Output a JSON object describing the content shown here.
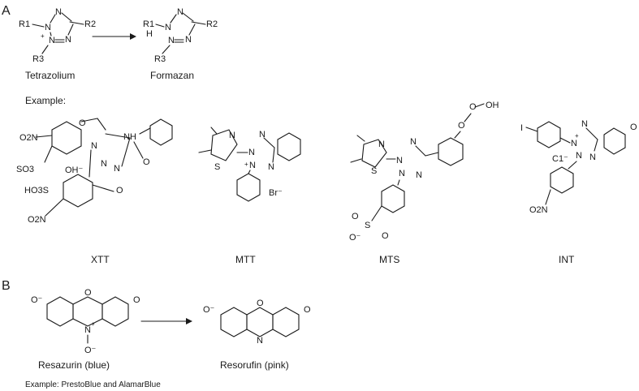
{
  "panels": {
    "a": "A",
    "b": "B"
  },
  "tetrazolium_label": "Tetrazolium",
  "formazan_label": "Formazan",
  "example_label": "Example:",
  "compounds": [
    "XTT",
    "MTT",
    "MTS",
    "INT"
  ],
  "resazurin_label": "Resazurin (blue)",
  "resorufin_label": "Resorufin (pink)",
  "footnote": "Example: PrestoBlue and AlamarBlue",
  "atoms": {
    "r1": "R1",
    "r2": "R2",
    "r3": "R3",
    "n": "N",
    "h": "H",
    "o": "O",
    "s": "S",
    "i": "I",
    "nh": "NH",
    "oh": "OH",
    "o2n": "O2N",
    "so3": "SO3",
    "ho3s": "HO3S",
    "oh_minus": "OH⁻",
    "br": "Br⁻",
    "cl": "C1⁻",
    "plus": "+",
    "minus": "−",
    "o_minus": "O⁻",
    "methoxy_o": "O"
  }
}
